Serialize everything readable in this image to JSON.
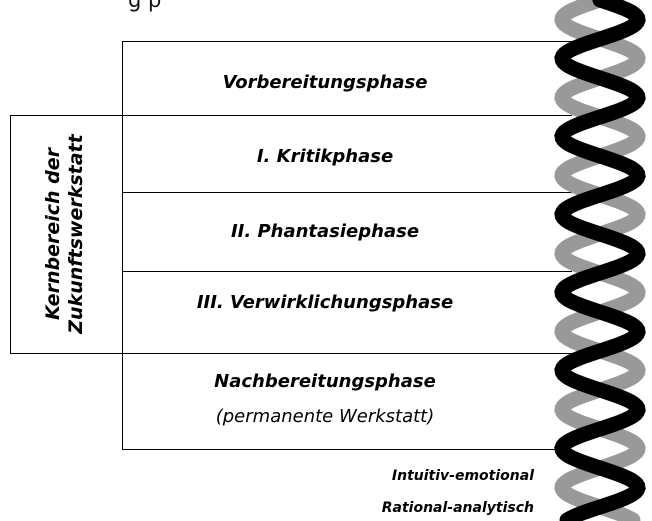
{
  "top_fragment": "g                                                 p",
  "phases": {
    "preparation": "Vorbereitungsphase",
    "critique": "I. Kritikphase",
    "fantasy": "II. Phantasiephase",
    "realization": "III. Verwirklichungsphase",
    "follow_up": "Nachbereitungsphase",
    "follow_up_sub": "(permanente Werkstatt)"
  },
  "core": {
    "label_line1": "Kernbereich der",
    "label_line2": "Zukunftswerkstatt"
  },
  "legend": {
    "intuitive": "Intuitiv-emotional",
    "rational": "Rational-analytisch"
  },
  "colors": {
    "intuitive_strand": "#999999",
    "rational_strand": "#000000",
    "line": "#000000"
  }
}
